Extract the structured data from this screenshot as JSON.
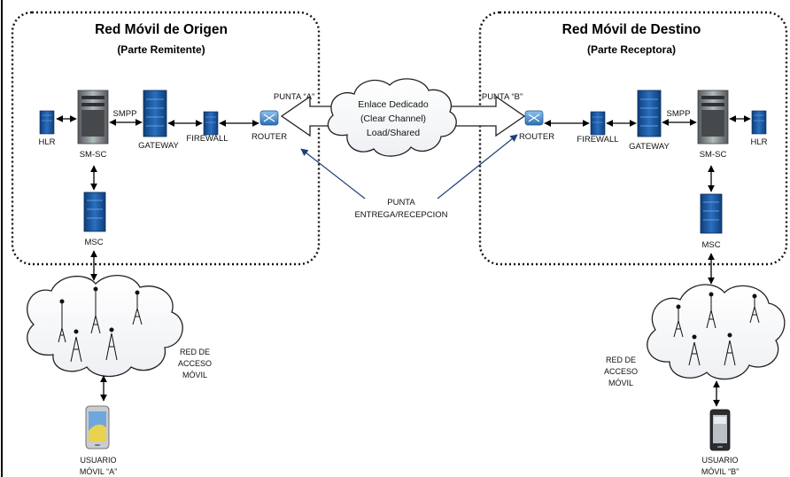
{
  "origin_network": {
    "title": "Red Móvil de Origen",
    "subtitle": "(Parte Remitente)",
    "nodes": {
      "hlr": "HLR",
      "smsc": "SM-SC",
      "smpp": "SMPP",
      "gateway": "GATEWAY",
      "firewall": "FIREWALL",
      "router": "ROUTER",
      "msc": "MSC",
      "punta": "PUNTA “A”"
    },
    "access_network": [
      "RED DE",
      "ACCESO",
      "MÓVIL"
    ],
    "user": [
      "USUARIO",
      "MÓVIL “A”"
    ]
  },
  "destination_network": {
    "title": "Red Móvil de Destino",
    "subtitle": "(Parte Receptora)",
    "nodes": {
      "hlr": "HLR",
      "smsc": "SM-SC",
      "smpp": "SMPP",
      "gateway": "GATEWAY",
      "firewall": "FIREWALL",
      "router": "ROUTER",
      "msc": "MSC",
      "punta": "PUNTA “B”"
    },
    "access_network": [
      "RED DE",
      "ACCESO",
      "MÓVIL"
    ],
    "user": [
      "USUARIO",
      "MÓVIL “B”"
    ]
  },
  "link": {
    "lines": [
      "Enlace Dedicado",
      "(Clear Channel)",
      "Load/Shared"
    ]
  },
  "handover_point": {
    "lines": [
      "PUNTA",
      "ENTREGA/RECEPCION"
    ]
  },
  "colors": {
    "server_blue": "#1f5fa8",
    "server_gray": "#8a8f94",
    "router_blue": "#4a8fd0",
    "pointer_arrow": "#1f3f7a"
  }
}
